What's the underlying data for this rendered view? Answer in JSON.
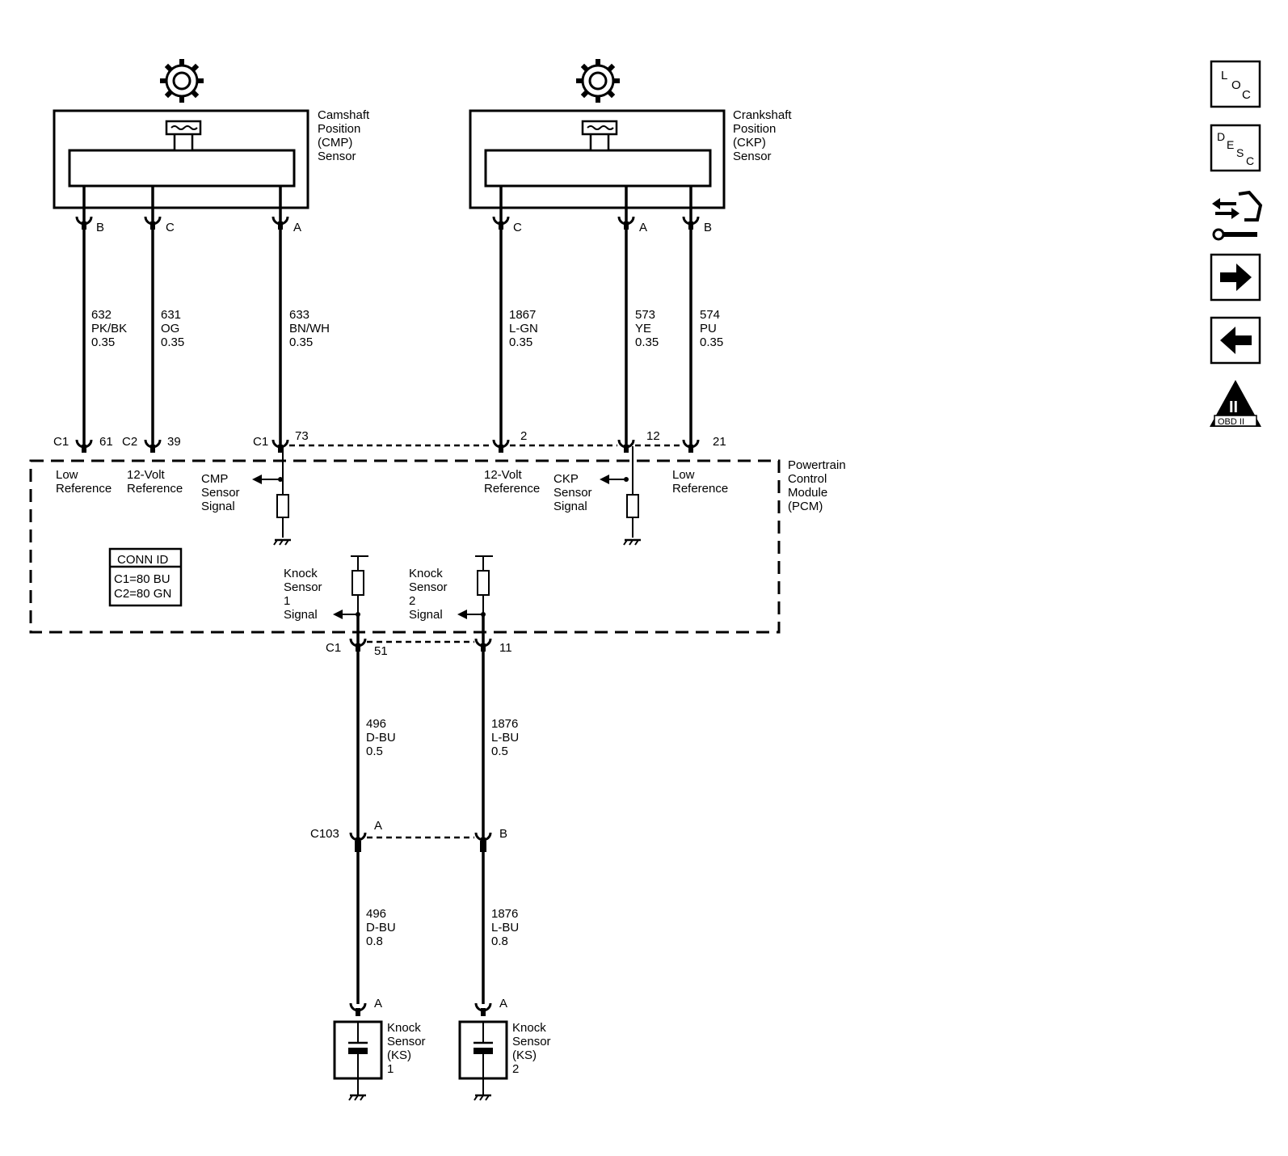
{
  "cmp_sensor": {
    "label": [
      "Camshaft",
      "Position",
      "(CMP)",
      "Sensor"
    ],
    "pins": {
      "b": "B",
      "c": "C",
      "a": "A"
    }
  },
  "ckp_sensor": {
    "label": [
      "Crankshaft",
      "Position",
      "(CKP)",
      "Sensor"
    ],
    "pins": {
      "c": "C",
      "a": "A",
      "b": "B"
    }
  },
  "wires": {
    "w632": [
      "632",
      "PK/BK",
      "0.35"
    ],
    "w631": [
      "631",
      "OG",
      "0.35"
    ],
    "w633": [
      "633",
      "BN/WH",
      "0.35"
    ],
    "w1867": [
      "1867",
      "L-GN",
      "0.35"
    ],
    "w573": [
      "573",
      "YE",
      "0.35"
    ],
    "w574": [
      "574",
      "PU",
      "0.35"
    ],
    "w496a": [
      "496",
      "D-BU",
      "0.5"
    ],
    "w1876a": [
      "1876",
      "L-BU",
      "0.5"
    ],
    "w496b": [
      "496",
      "D-BU",
      "0.8"
    ],
    "w1876b": [
      "1876",
      "L-BU",
      "0.8"
    ]
  },
  "pcm_pins": {
    "p61": {
      "conn": "C1",
      "pin": "61"
    },
    "p39": {
      "conn": "C2",
      "pin": "39"
    },
    "p73": {
      "conn": "C1",
      "pin": "73"
    },
    "p2": {
      "pin": "2"
    },
    "p12": {
      "pin": "12"
    },
    "p21": {
      "pin": "21"
    },
    "p51": {
      "conn": "C1",
      "pin": "51"
    },
    "p11": {
      "pin": "11"
    }
  },
  "pcm": {
    "label": [
      "Powertrain",
      "Control",
      "Module",
      "(PCM)"
    ],
    "low_ref_1": [
      "Low",
      "Reference"
    ],
    "volt_ref_1": [
      "12-Volt",
      "Reference"
    ],
    "cmp_signal": [
      "CMP",
      "Sensor",
      "Signal"
    ],
    "volt_ref_2": [
      "12-Volt",
      "Reference"
    ],
    "ckp_signal": [
      "CKP",
      "Sensor",
      "Signal"
    ],
    "low_ref_2": [
      "Low",
      "Reference"
    ],
    "ks1_signal": [
      "Knock",
      "Sensor",
      "1",
      "Signal"
    ],
    "ks2_signal": [
      "Knock",
      "Sensor",
      "2",
      "Signal"
    ],
    "conn_id": {
      "title": "CONN ID",
      "c1": "C1=80 BU",
      "c2": "C2=80 GN"
    }
  },
  "c103": {
    "name": "C103",
    "pin_a": "A",
    "pin_b": "B"
  },
  "ks1": {
    "pin": "A",
    "label": [
      "Knock",
      "Sensor",
      "(KS)",
      "1"
    ]
  },
  "ks2": {
    "pin": "A",
    "label": [
      "Knock",
      "Sensor",
      "(KS)",
      "2"
    ]
  },
  "nav": {
    "loc": [
      "L",
      "O",
      "C"
    ],
    "desc": [
      "D",
      "E",
      "S",
      "C"
    ],
    "obd": {
      "numeral": "II",
      "label": "OBD II"
    }
  }
}
